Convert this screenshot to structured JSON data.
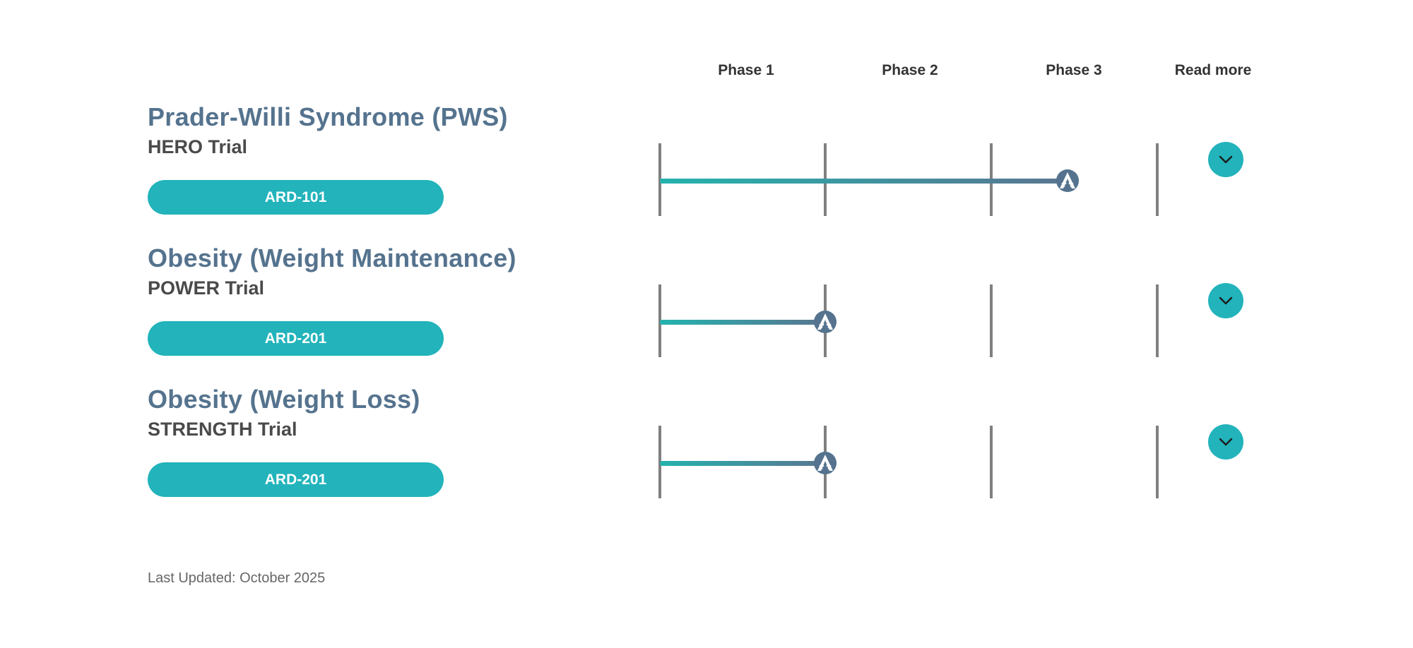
{
  "header": {
    "phases": [
      "Phase 1",
      "Phase 2",
      "Phase 3"
    ],
    "read_more": "Read more"
  },
  "rows": [
    {
      "indication": "Prader-Willi Syndrome (PWS)",
      "trial": "HERO Trial",
      "drug": "ARD-101",
      "progress_phase": 2.46
    },
    {
      "indication": "Obesity (Weight Maintenance)",
      "trial": "POWER Trial",
      "drug": "ARD-201",
      "progress_phase": 1.0
    },
    {
      "indication": "Obesity (Weight Loss)",
      "trial": "STRENGTH Trial",
      "drug": "ARD-201",
      "progress_phase": 1.0
    }
  ],
  "footer": {
    "last_updated": "Last Updated: October 2025"
  },
  "icons": {
    "marker": "company-logo-icon",
    "expand": "chevron-down-icon"
  },
  "colors": {
    "accent": "#22b3bb",
    "title": "#55738e",
    "gradient_start": "#24b3ae",
    "gradient_end": "#5a7590"
  }
}
